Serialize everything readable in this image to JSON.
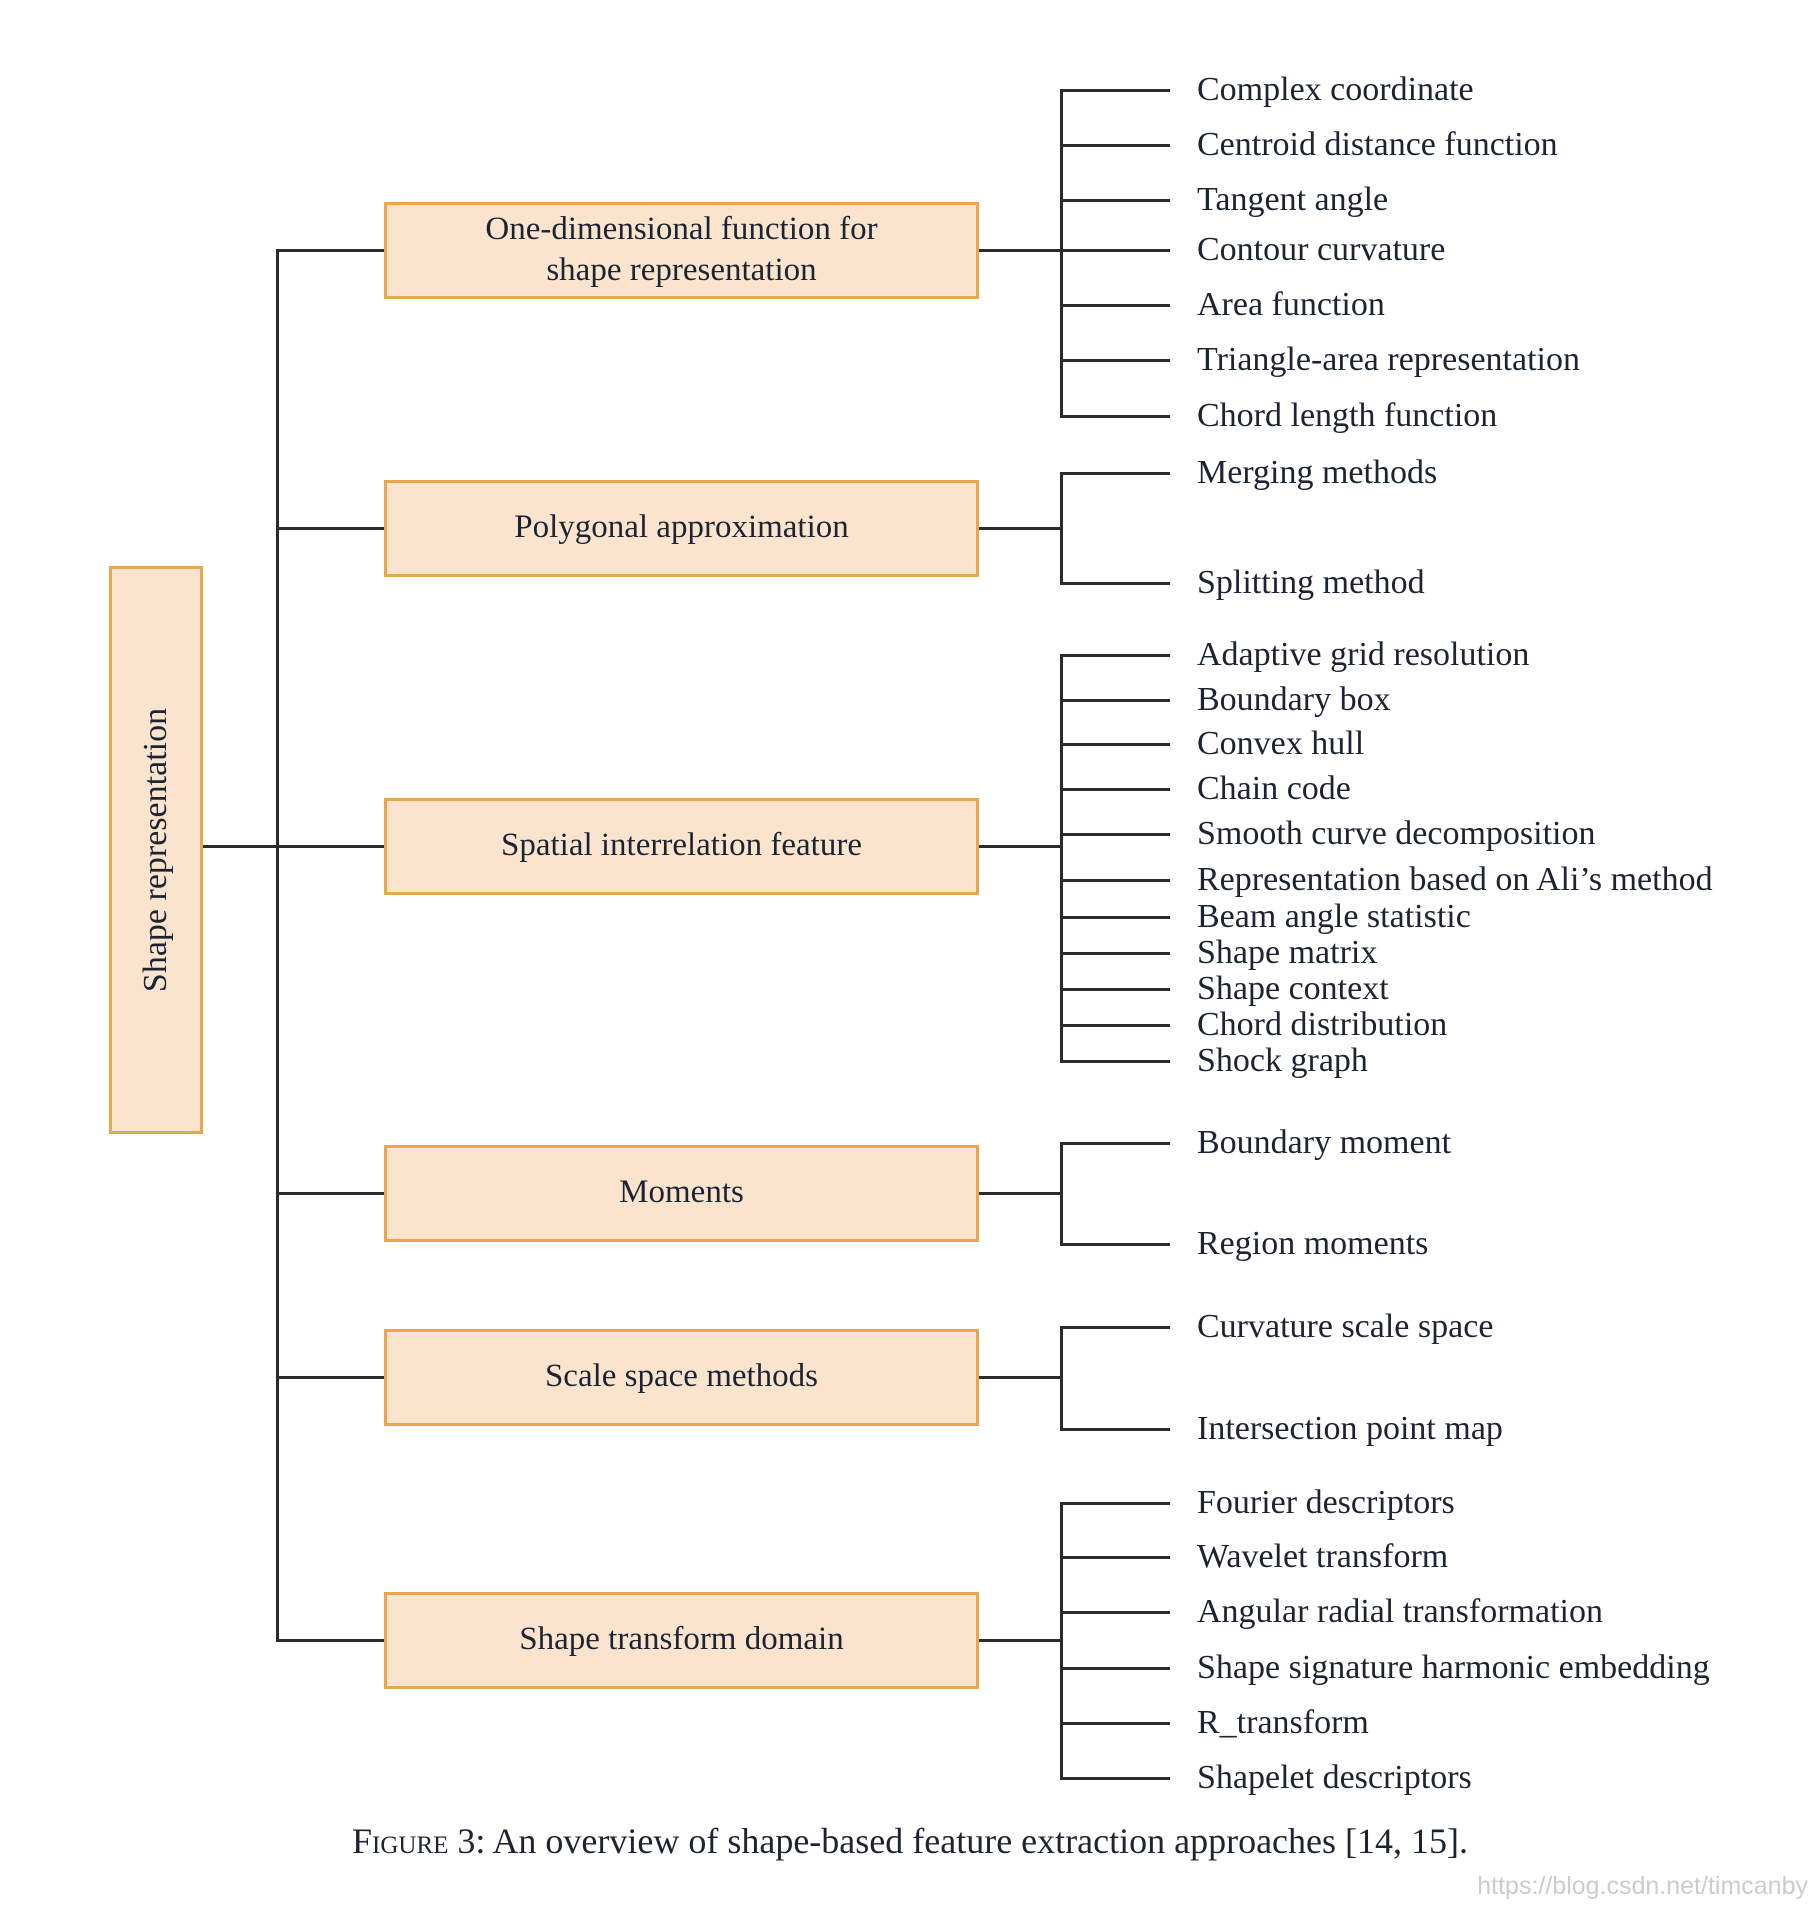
{
  "diagram": {
    "root_label": "Shape representation",
    "categories": [
      {
        "label_lines": [
          "One-dimensional function for",
          "shape representation"
        ],
        "leaves": [
          "Complex coordinate",
          "Centroid distance function",
          "Tangent angle",
          "Contour curvature",
          "Area function",
          "Triangle-area representation",
          "Chord length function"
        ]
      },
      {
        "label_lines": [
          "Polygonal approximation"
        ],
        "leaves": [
          "Merging methods",
          "Splitting method"
        ]
      },
      {
        "label_lines": [
          "Spatial interrelation feature"
        ],
        "leaves": [
          "Adaptive grid resolution",
          "Boundary box",
          "Convex hull",
          "Chain code",
          "Smooth curve decomposition",
          "Representation based on Ali’s method",
          "Beam angle statistic",
          "Shape matrix",
          "Shape context",
          "Chord distribution",
          "Shock graph"
        ]
      },
      {
        "label_lines": [
          "Moments"
        ],
        "leaves": [
          "Boundary moment",
          "Region moments"
        ]
      },
      {
        "label_lines": [
          "Scale space methods"
        ],
        "leaves": [
          "Curvature scale space",
          "Intersection point map"
        ]
      },
      {
        "label_lines": [
          "Shape transform domain"
        ],
        "leaves": [
          "Fourier descriptors",
          "Wavelet transform",
          "Angular radial transformation",
          "Shape signature harmonic embedding",
          "R_transform",
          "Shapelet descriptors"
        ]
      }
    ]
  },
  "caption": {
    "prefix": "Figure 3:",
    "rest": " An overview of shape-based feature extraction approaches [14, 15]."
  },
  "watermark": "https://blog.csdn.net/timcanby",
  "colors": {
    "box_fill": "#fae4ce",
    "box_border": "#e8a64d",
    "line": "#2b2b2b",
    "text": "#1c2433",
    "watermark": "#c9ccd1"
  }
}
